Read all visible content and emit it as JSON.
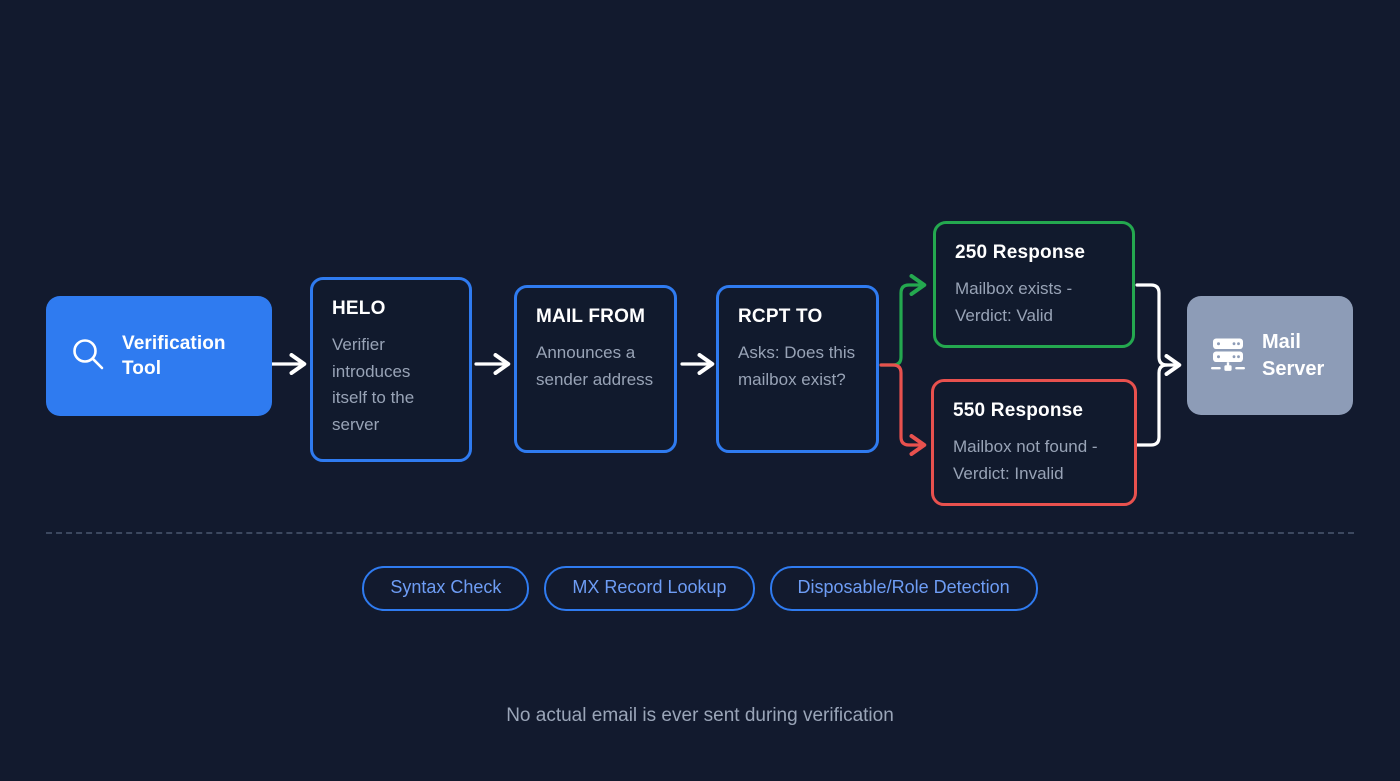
{
  "diagram": {
    "title_note": "No actual email is ever sent during verification",
    "colors": {
      "background": "#121a2e",
      "primary_blue": "#2f7bf0",
      "card_fill": "#111a2d",
      "success_green": "#24a84f",
      "error_red": "#e8514e",
      "server_gray": "#8d9cb7",
      "muted_text": "#98a3b6",
      "divider": "#3c485f"
    },
    "nodes": {
      "verification_tool": {
        "label": "Verification Tool",
        "icon": "magnifier-icon"
      },
      "helo": {
        "title": "HELO",
        "desc": "Verifier introduces itself to the server"
      },
      "mail_from": {
        "title": "MAIL FROM",
        "desc": "Announces a sender address"
      },
      "rcpt_to": {
        "title": "RCPT TO",
        "desc": "Asks: Does this mailbox exist?"
      },
      "response_250": {
        "title": "250 Response",
        "desc": "Mailbox exists - Verdict: Valid"
      },
      "response_550": {
        "title": "550 Response",
        "desc": "Mailbox not found - Verdict: Invalid"
      },
      "mail_server": {
        "label": "Mail Server",
        "icon": "server-icon"
      }
    },
    "checks": [
      {
        "label": "Syntax Check"
      },
      {
        "label": "MX Record Lookup"
      },
      {
        "label": "Disposable/Role Detection"
      }
    ]
  }
}
